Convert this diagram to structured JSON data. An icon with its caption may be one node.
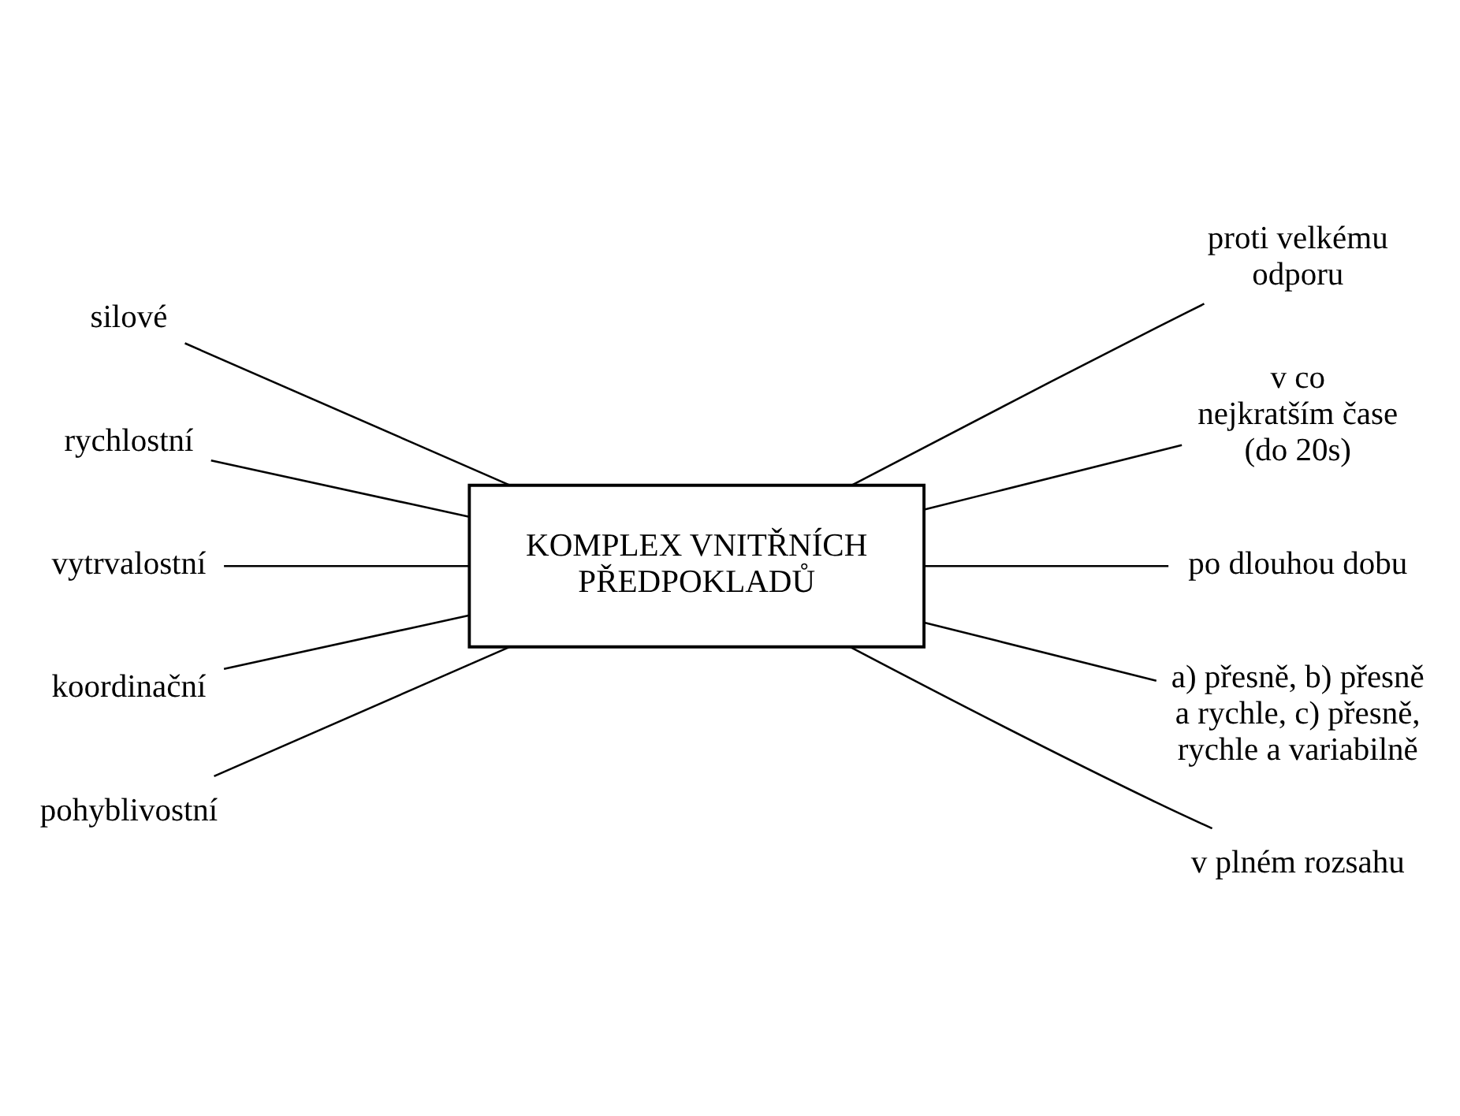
{
  "diagram": {
    "nodes": [
      {
        "text": [
          "KOMPLEX VNITŘNÍCH PŘEDPOKLADŮ"
        ]
      },
      {
        "text": [
          "silové"
        ]
      },
      {
        "text": [
          "rychlostní"
        ]
      },
      {
        "text": [
          "vytrvalostní"
        ]
      },
      {
        "text": [
          "koordinační"
        ]
      },
      {
        "text": [
          "pohyblivostní"
        ]
      },
      {
        "text": [
          "proti velkému odporu"
        ]
      },
      {
        "text": [
          "v co nejkratším čase (do 20s)"
        ]
      },
      {
        "text": [
          "po dlouhou dobu"
        ]
      },
      {
        "text": [
          "a) přesně, b) přesně a rychle, c) přesně, rychle a variabilně"
        ]
      },
      {
        "text": [
          "v plném rozsahu"
        ]
      }
    ],
    "edges": [
      {
        "from": 1,
        "to": 0,
        "arrow": "none"
      },
      {
        "from": 2,
        "to": 0,
        "arrow": "none"
      },
      {
        "from": 3,
        "to": 0,
        "arrow": "none"
      },
      {
        "from": 4,
        "to": 0,
        "arrow": "none"
      },
      {
        "from": 5,
        "to": 0,
        "arrow": "none"
      },
      {
        "from": 0,
        "to": 6,
        "arrow": "none"
      },
      {
        "from": 0,
        "to": 7,
        "arrow": "none"
      },
      {
        "from": 0,
        "to": 8,
        "arrow": "none"
      },
      {
        "from": 0,
        "to": 9,
        "arrow": "none"
      },
      {
        "from": 0,
        "to": 10,
        "arrow": "none"
      }
    ]
  }
}
